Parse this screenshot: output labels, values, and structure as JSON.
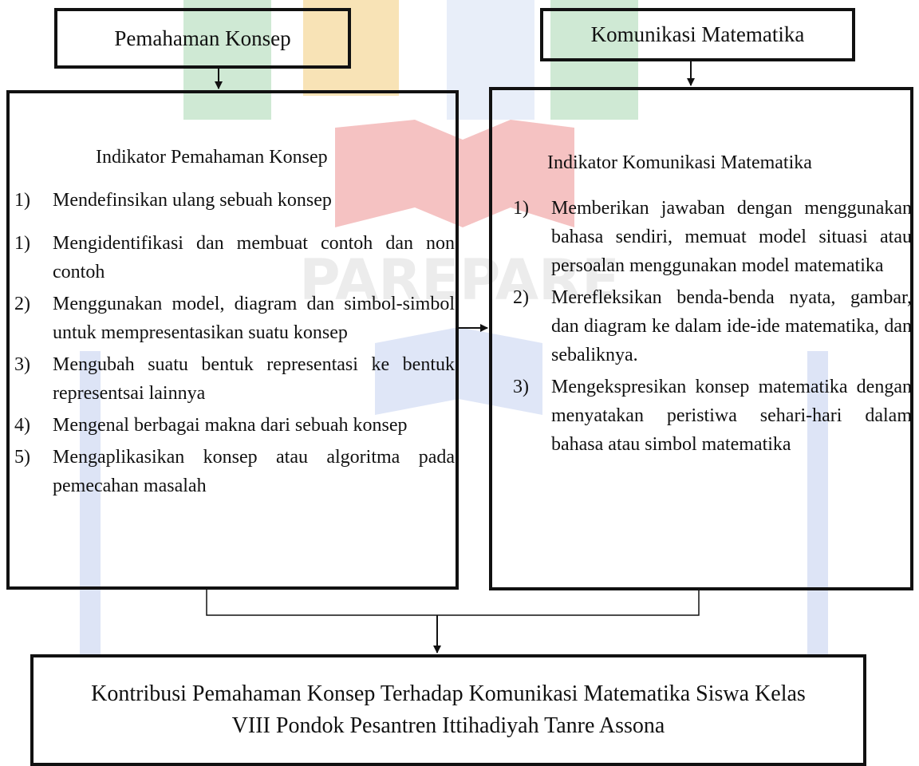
{
  "top_left_title": "Pemahaman Konsep",
  "top_right_title": "Komunikasi Matematika",
  "left_panel": {
    "heading": "Indikator Pemahaman Konsep",
    "items": [
      {
        "num": "1)",
        "text": "Mendefinsikan ulang sebuah konsep"
      },
      {
        "num": "1)",
        "text": "Mengidentifikasi dan membuat contoh dan non contoh"
      },
      {
        "num": "2)",
        "text": "Menggunakan model, diagram dan simbol-simbol untuk mempresentasikan suatu konsep"
      },
      {
        "num": "3)",
        "text": "Mengubah suatu bentuk representasi ke bentuk representsai lainnya"
      },
      {
        "num": "4)",
        "text": "Mengenal berbagai makna dari sebuah konsep"
      },
      {
        "num": "5)",
        "text": "Mengaplikasikan konsep atau algoritma pada pemecahan masalah"
      }
    ]
  },
  "right_panel": {
    "heading": "Indikator Komunikasi Matematika",
    "items": [
      {
        "num": "1)",
        "text": "Memberikan jawaban dengan menggunakan bahasa sendiri, memuat model situasi atau persoalan menggunakan model matematika"
      },
      {
        "num": "2)",
        "text": "Merefleksikan benda-benda nyata, gambar, dan diagram ke dalam ide-ide matematika, dan sebaliknya."
      },
      {
        "num": "3)",
        "text": "Mengekspresikan konsep matematika dengan menyatakan peristiwa sehari-hari dalam bahasa atau simbol matematika"
      }
    ]
  },
  "bottom_box": {
    "line1": "Kontribusi Pemahaman Konsep Terhadap Komunikasi Matematika Siswa Kelas",
    "line2": "VIII Pondok Pesantren Ittihadiyah Tanre Assona"
  },
  "watermark": {
    "text": "PAREPARE",
    "colors": {
      "green": "#c9e7cf",
      "orange": "#f5d9a6",
      "red": "#f2bcbc",
      "blue": "#d4ddf4"
    }
  },
  "colors": {
    "border": "#111111",
    "text": "#111111"
  }
}
